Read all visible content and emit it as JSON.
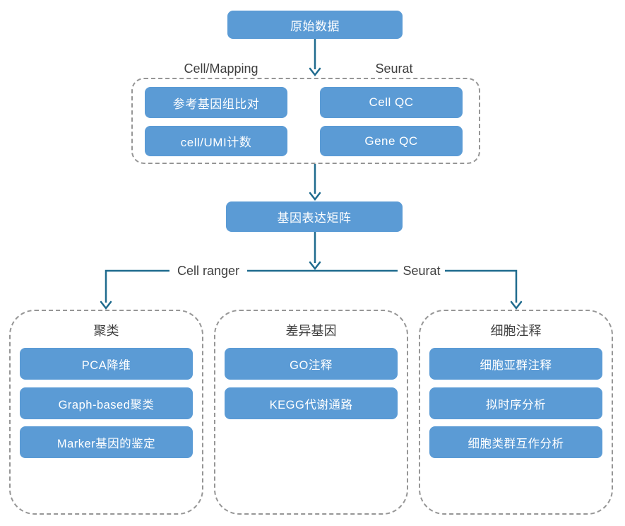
{
  "colors": {
    "node_fill": "#5B9BD5",
    "node_text": "#FFFFFF",
    "arrow": "#1F6B8E",
    "dashed_border": "#969696",
    "label_text": "#3F3F3F",
    "background": "#FFFFFF"
  },
  "flow": {
    "root": {
      "label": "原始数据"
    },
    "qc_group": {
      "left_tool_label": "Cell/Mapping",
      "right_tool_label": "Seurat",
      "left_steps": [
        "参考基因组比对",
        "cell/UMI计数"
      ],
      "right_steps": [
        "Cell QC",
        "Gene QC"
      ]
    },
    "matrix": {
      "label": "基因表达矩阵"
    },
    "branches": {
      "left_label": "Cell ranger",
      "right_label": "Seurat"
    },
    "groups": [
      {
        "title": "聚类",
        "steps": [
          "PCA降维",
          "Graph-based聚类",
          "Marker基因的鉴定"
        ]
      },
      {
        "title": "差异基因",
        "steps": [
          "GO注释",
          "KEGG代谢通路"
        ]
      },
      {
        "title": "细胞注释",
        "steps": [
          "细胞亚群注释",
          "拟时序分析",
          "细胞类群互作分析"
        ]
      }
    ]
  }
}
